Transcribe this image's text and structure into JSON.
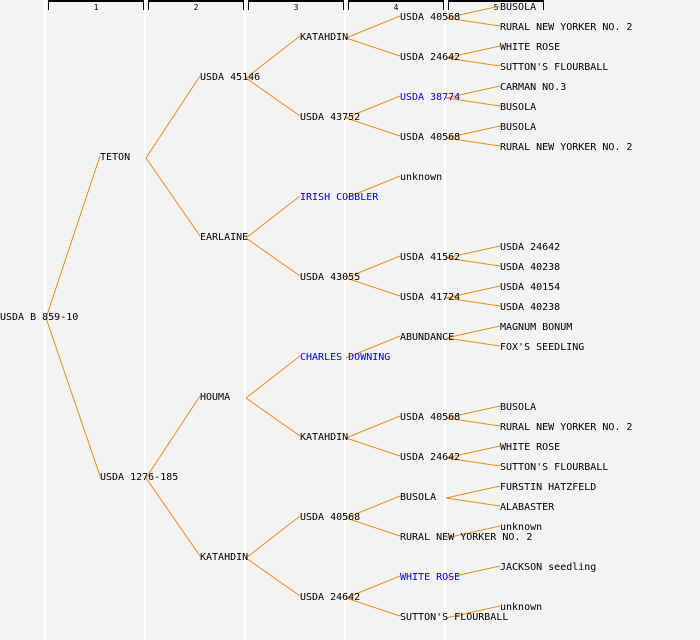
{
  "columns": [
    "1",
    "2",
    "3",
    "4",
    "5"
  ],
  "colors": {
    "edge": "#f08c1a",
    "link_text": "#0000ee",
    "text": "#000000",
    "background": "#f3f3f3"
  },
  "tree": {
    "label": "USDA B 859-10",
    "children": [
      {
        "label": "TETON",
        "children": [
          {
            "label": "USDA 45146",
            "children": [
              {
                "label": "KATAHDIN",
                "children": [
                  {
                    "label": "USDA 40568",
                    "children": [
                      {
                        "label": "BUSOLA"
                      },
                      {
                        "label": "RURAL NEW YORKER NO. 2"
                      }
                    ]
                  },
                  {
                    "label": "USDA 24642",
                    "children": [
                      {
                        "label": "WHITE ROSE"
                      },
                      {
                        "label": "SUTTON'S FLOURBALL"
                      }
                    ]
                  }
                ]
              },
              {
                "label": "USDA 43752",
                "children": [
                  {
                    "label": "USDA 38774",
                    "link": true,
                    "children": [
                      {
                        "label": "CARMAN NO.3"
                      },
                      {
                        "label": "BUSOLA"
                      }
                    ]
                  },
                  {
                    "label": "USDA 40568",
                    "children": [
                      {
                        "label": "BUSOLA"
                      },
                      {
                        "label": "RURAL NEW YORKER NO. 2"
                      }
                    ]
                  }
                ]
              }
            ]
          },
          {
            "label": "EARLAINE",
            "children": [
              {
                "label": "IRISH COBBLER",
                "link": true,
                "children": [
                  {
                    "label": "unknown"
                  }
                ]
              },
              {
                "label": "USDA 43055",
                "children": [
                  {
                    "label": "USDA 41562",
                    "children": [
                      {
                        "label": "USDA 24642"
                      },
                      {
                        "label": "USDA 40238"
                      }
                    ]
                  },
                  {
                    "label": "USDA 41724",
                    "children": [
                      {
                        "label": "USDA 40154"
                      },
                      {
                        "label": "USDA 40238"
                      }
                    ]
                  }
                ]
              }
            ]
          }
        ]
      },
      {
        "label": "USDA 1276-185",
        "children": [
          {
            "label": "HOUMA",
            "children": [
              {
                "label": "CHARLES DOWNING",
                "link": true,
                "children": [
                  {
                    "label": "ABUNDANCE",
                    "children": [
                      {
                        "label": "MAGNUM BONUM"
                      },
                      {
                        "label": "FOX'S SEEDLING"
                      }
                    ]
                  }
                ]
              },
              {
                "label": "KATAHDIN",
                "children": [
                  {
                    "label": "USDA 40568",
                    "children": [
                      {
                        "label": "BUSOLA"
                      },
                      {
                        "label": "RURAL NEW YORKER NO. 2"
                      }
                    ]
                  },
                  {
                    "label": "USDA 24642",
                    "children": [
                      {
                        "label": "WHITE ROSE"
                      },
                      {
                        "label": "SUTTON'S FLOURBALL"
                      }
                    ]
                  }
                ]
              }
            ]
          },
          {
            "label": "KATAHDIN",
            "children": [
              {
                "label": "USDA 40568",
                "children": [
                  {
                    "label": "BUSOLA",
                    "children": [
                      {
                        "label": "FURSTIN HATZFELD"
                      },
                      {
                        "label": "ALABASTER"
                      }
                    ]
                  },
                  {
                    "label": "RURAL NEW YORKER NO. 2",
                    "children": [
                      {
                        "label": "unknown"
                      }
                    ]
                  }
                ]
              },
              {
                "label": "USDA 24642",
                "children": [
                  {
                    "label": "WHITE ROSE",
                    "link": true,
                    "children": [
                      {
                        "label": "JACKSON seedling"
                      }
                    ]
                  },
                  {
                    "label": "SUTTON'S FLOURBALL",
                    "children": [
                      {
                        "label": "unknown"
                      }
                    ]
                  }
                ]
              }
            ]
          }
        ]
      }
    ]
  }
}
